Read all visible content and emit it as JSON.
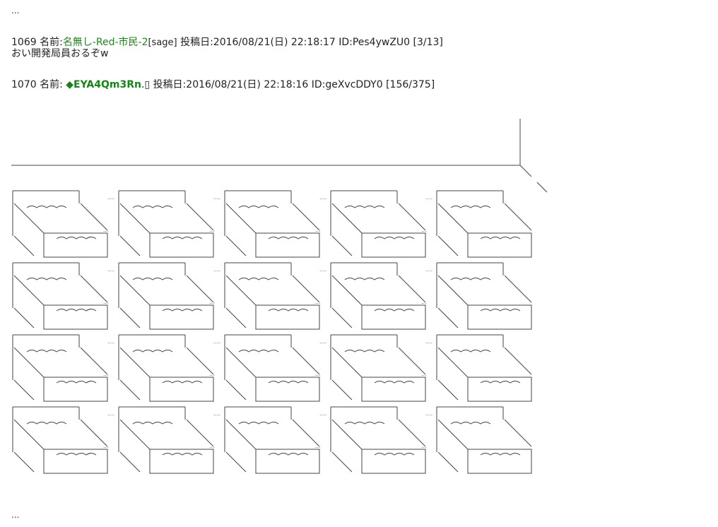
{
  "top_ellipsis": "...",
  "bottom_ellipsis": "...",
  "post_1069": {
    "number": "1069",
    "name_label": "名前:",
    "name": "名無し-Red-市民-2",
    "mail": "[sage]",
    "date_label": "投稿日:",
    "date": "2016/08/21(日) 22:18:17",
    "id": "ID:Pes4ywZU0",
    "count": "[3/13]",
    "body": "おい開発局員おるぞw"
  },
  "post_1070": {
    "number": "1070",
    "name_label": "名前:",
    "name": "◆EYA4Qm3Rn",
    "trip_suffix": ".▯",
    "date_label": "投稿日:",
    "date": "2016/08/21(日) 22:18:16",
    "id": "ID:geXvcDDY0",
    "count": "[156/375]"
  },
  "art": {
    "grid_rows": 4,
    "grid_cols": 5
  }
}
